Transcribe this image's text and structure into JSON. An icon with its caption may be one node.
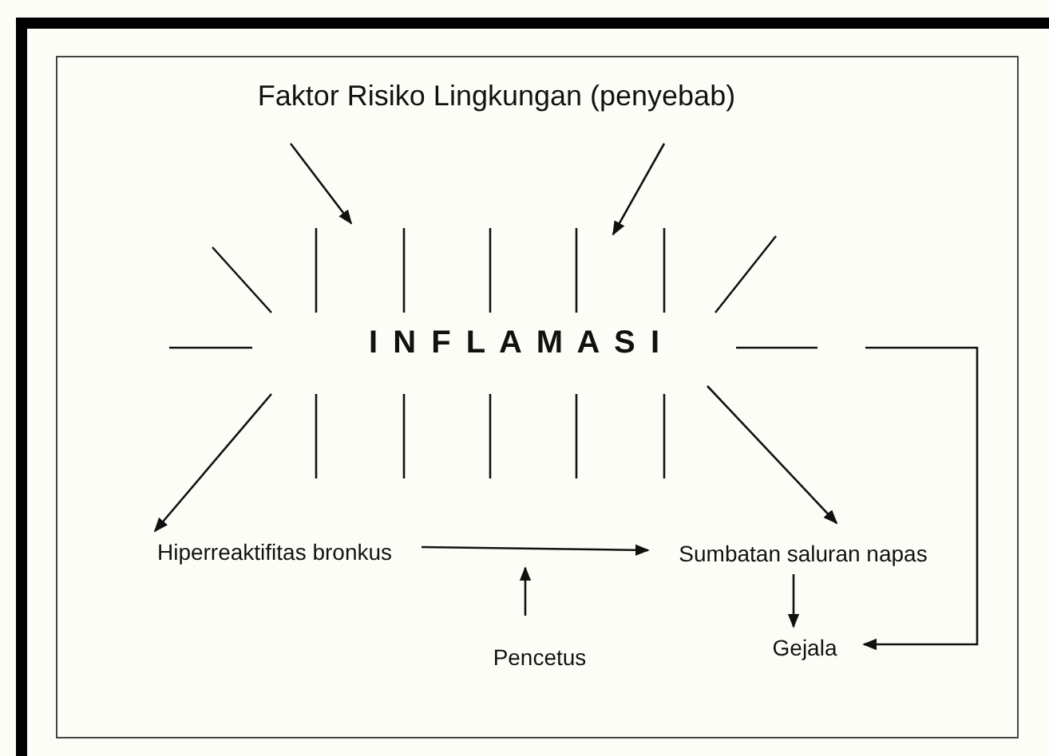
{
  "diagram": {
    "nodes": [
      {
        "text": [
          "Faktor Risiko Lingkungan (penyebab)"
        ]
      },
      {
        "text": [
          "I N F L A M A S I"
        ]
      },
      {
        "text": [
          "Hiperreaktifitas bronkus"
        ]
      },
      {
        "text": [
          "Sumbatan saluran napas"
        ]
      },
      {
        "text": [
          "Pencetus"
        ]
      },
      {
        "text": [
          "Gejala"
        ]
      }
    ],
    "edges": [
      {
        "from": 0,
        "to": 1,
        "arrow": "to"
      },
      {
        "from": 0,
        "to": 1,
        "arrow": "to"
      },
      {
        "from": 1,
        "to": 2,
        "arrow": "to"
      },
      {
        "from": 1,
        "to": 3,
        "arrow": "to"
      },
      {
        "from": 2,
        "to": 3,
        "arrow": "to"
      },
      {
        "from": 4,
        "to": null,
        "arrow": "to"
      },
      {
        "from": 3,
        "to": 5,
        "arrow": "to"
      },
      {
        "from": 1,
        "to": 5,
        "arrow": "to"
      }
    ]
  }
}
